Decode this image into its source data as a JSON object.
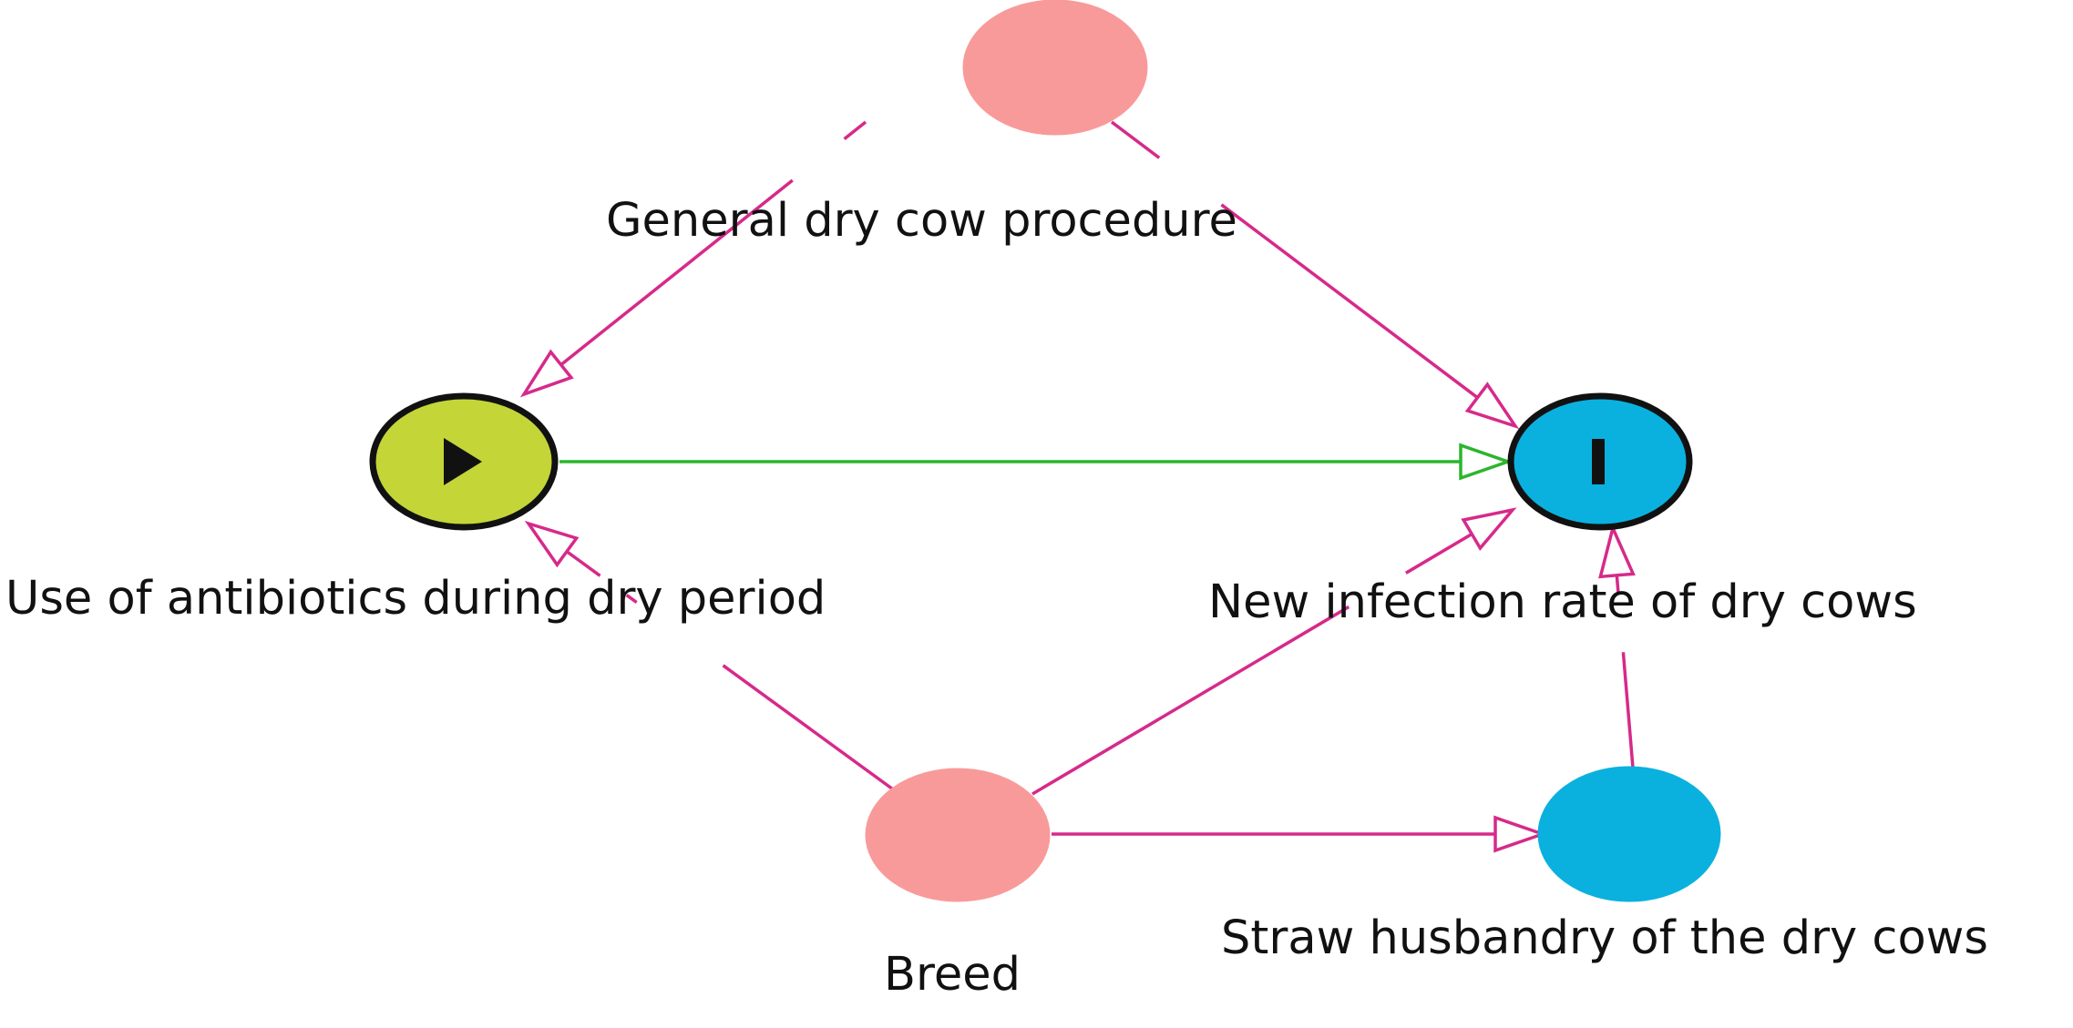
{
  "nodes": {
    "general": {
      "label": "General dry cow procedure",
      "color": "#f99a9a"
    },
    "antibiotics": {
      "label": "Use of antibiotics during dry period",
      "color": "#c4d538",
      "marker": "play-icon"
    },
    "infection": {
      "label": "New infection rate of dry cows",
      "color": "#0ab1de",
      "marker": "bar-icon"
    },
    "breed": {
      "label": "Breed",
      "color": "#f99a9a"
    },
    "straw": {
      "label": "Straw husbandry of the dry cows",
      "color": "#0ab1de"
    }
  },
  "edges": [
    {
      "from": "general",
      "to": "antibiotics",
      "color": "#d62a8a"
    },
    {
      "from": "general",
      "to": "infection",
      "color": "#d62a8a"
    },
    {
      "from": "antibiotics",
      "to": "infection",
      "color": "#2db52d"
    },
    {
      "from": "breed",
      "to": "antibiotics",
      "color": "#d62a8a"
    },
    {
      "from": "breed",
      "to": "infection",
      "color": "#d62a8a"
    },
    {
      "from": "breed",
      "to": "straw",
      "color": "#d62a8a"
    },
    {
      "from": "straw",
      "to": "infection",
      "color": "#d62a8a"
    }
  ]
}
